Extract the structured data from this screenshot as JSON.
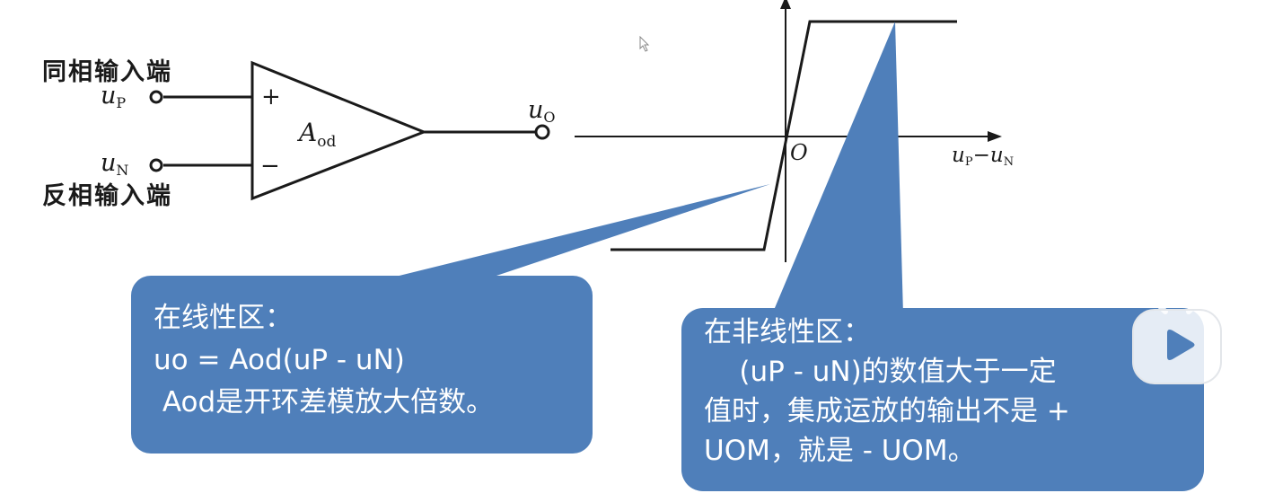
{
  "diagram": {
    "left_circuit": {
      "noninverting_label": "同相输入端",
      "inverting_label": "反相输入端",
      "input_p": {
        "main": "u",
        "sub": "P"
      },
      "input_n": {
        "main": "u",
        "sub": "N"
      },
      "plus_sign": "+",
      "minus_sign": "−",
      "gain": {
        "main": "A",
        "sub": "od"
      },
      "output": {
        "main": "u",
        "sub": "O"
      }
    },
    "transfer_curve": {
      "origin_label": "O",
      "x_axis_label": {
        "u1": "u",
        "sub1": "P",
        "minus": "−",
        "u2": "u",
        "sub2": "N"
      }
    },
    "linear_callout": {
      "line1": "在线性区：",
      "line2": "uo = Aod(uP - uN)",
      "line3": " Aod是开环差模放大倍数。"
    },
    "nonlinear_callout": {
      "line1": "在非线性区：",
      "line2": "    (uP - uN)的数值大于一定",
      "line3": "值时，集成运放的输出不是 +",
      "line4": "UOM，就是 - UOM。"
    },
    "colors": {
      "callout_fill": "#4f7fba",
      "callout_text": "#ffffff",
      "line": "#1a1a1a"
    },
    "icons": [
      "play-icon",
      "cursor-icon"
    ]
  }
}
